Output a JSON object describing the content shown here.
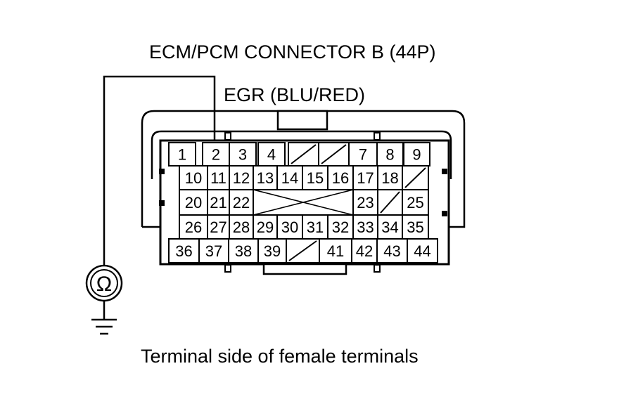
{
  "title": "ECM/PCM CONNECTOR B (44P)",
  "wire_label": "EGR (BLU/RED)",
  "caption": "Terminal side of female terminals",
  "meter_symbol": "Ω",
  "terminals": {
    "row1": [
      "1",
      "2",
      "3",
      "4",
      "7",
      "8",
      "9"
    ],
    "row2": [
      "10",
      "11",
      "12",
      "13",
      "14",
      "15",
      "16",
      "17",
      "18"
    ],
    "row3": [
      "20",
      "21",
      "22",
      "23",
      "25"
    ],
    "row4": [
      "26",
      "27",
      "28",
      "29",
      "30",
      "31",
      "32",
      "33",
      "34",
      "35"
    ],
    "row5": [
      "36",
      "37",
      "38",
      "39",
      "41",
      "42",
      "43",
      "44"
    ]
  },
  "colors": {
    "line": "#000000",
    "background": "#ffffff"
  }
}
